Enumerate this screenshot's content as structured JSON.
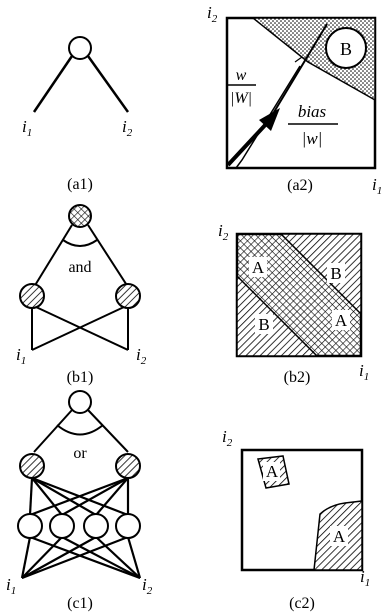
{
  "panels": {
    "a1": {
      "caption": "(a1)",
      "inputs": {
        "left": "i",
        "left_sub": "1",
        "right": "i",
        "right_sub": "2"
      }
    },
    "a2": {
      "caption": "(a2)",
      "axis_y": "i",
      "axis_y_sub": "2",
      "axis_x": "i",
      "axis_x_sub": "1",
      "region_label": "B",
      "weight_num": "w",
      "weight_den": "|W|",
      "bias_num": "bias",
      "bias_den": "|w|"
    },
    "b1": {
      "caption": "(b1)",
      "gate_label": "and",
      "inputs": {
        "left": "i",
        "left_sub": "1",
        "right": "i",
        "right_sub": "2"
      }
    },
    "b2": {
      "caption": "(b2)",
      "axis_y": "i",
      "axis_y_sub": "2",
      "axis_x": "i",
      "axis_x_sub": "1",
      "region_labels": [
        "A",
        "B",
        "B",
        "A"
      ]
    },
    "c1": {
      "caption": "(c1)",
      "gate_label": "or",
      "inputs": {
        "left": "i",
        "left_sub": "1",
        "right": "i",
        "right_sub": "2"
      }
    },
    "c2": {
      "caption": "(c2)",
      "axis_y": "i",
      "axis_y_sub": "2",
      "axis_x": "i",
      "axis_x_sub": "1",
      "region_labels": [
        "A",
        "A"
      ]
    }
  }
}
